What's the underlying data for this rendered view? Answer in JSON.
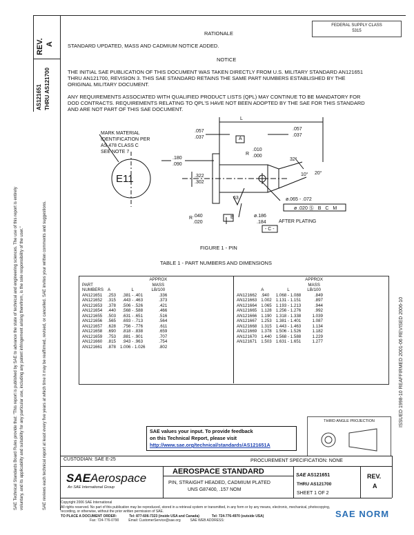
{
  "header": {
    "rev_label": "REV.",
    "rev_value": "A",
    "doc_number_line1": "AS121651",
    "doc_number_line2": "THRU AS121700",
    "federal_box_line1": "FEDERAL SUPPLY CLASS",
    "federal_box_line2": "5315"
  },
  "rationale": {
    "heading": "RATIONALE",
    "text": "STANDARD UPDATED, MASS AND CADMIUM NOTICE ADDED."
  },
  "notice": {
    "heading": "NOTICE",
    "paragraph1": "THE INITIAL SAE PUBLICATION OF THIS DOCUMENT WAS TAKEN DIRECTLY FROM U.S. MILITARY STANDARD AN121651 THRU AN121700, REVISION 3. THIS SAE STANDARD RETAINS THE SAME PART NUMBERS ESTABLISHED BY THE ORIGINAL MILITARY DOCUMENT.",
    "paragraph2": "ANY REQUIREMENTS ASSOCIATED WITH QUALIFIED PRODUCT LISTS (QPL) MAY CONTINUE TO BE MANDATORY FOR DOD CONTRACTS. REQUIREMENTS RELATING TO QPL'S HAVE NOT BEEN ADOPTED BY THE SAE FOR THIS STANDARD AND ARE NOT PART OF THIS SAE DOCUMENT."
  },
  "figure": {
    "mark_note": [
      "MARK MATERIAL",
      "IDENTIFICATION PER",
      "AS 478 CLASS C",
      "SEE NOTE 7"
    ],
    "id_mark": "E11",
    "dims": {
      "L": "L",
      "d057a": ".057",
      "d037a": ".037",
      "d057b": ".057",
      "d037b": ".037",
      "A": "A",
      "R": "R",
      "r010": ".010",
      "r000": ".000",
      "d180": ".180",
      "d090": ".090",
      "d322": ".322",
      "d302": ".302",
      "ang32": "32°",
      "ang10": "10°",
      "ang20": "20°",
      "ang63": "63",
      "hole": "ø.065 - .072",
      "tol": "ø .020 Ⓢ",
      "B": "B",
      "C": "C",
      "M": "M",
      "rad040": ".040",
      "rad020": ".020",
      "radR": "R",
      "d186": "ø.186",
      "d184": ".184",
      "after_plating": "AFTER PLATING",
      "datumC": "- C -",
      "datumB": "B"
    },
    "caption": "FIGURE 1 - PIN"
  },
  "table": {
    "title": "TABLE 1 - PART NUMBERS AND DIMENSIONS",
    "headers": {
      "part_numbers": [
        "PART",
        "NUMBERS"
      ],
      "a": "A",
      "l": "L",
      "mass": [
        "APPROX",
        "MASS",
        "LB/100"
      ]
    },
    "left_rows": [
      [
        "AN121651",
        ".253",
        ".381 - .401",
        ".336"
      ],
      [
        "AN121652",
        ".315",
        ".443 - .463",
        ".373"
      ],
      [
        "AN121653",
        ".378",
        ".506 - .526",
        ".421"
      ],
      [
        " ",
        " ",
        " ",
        " "
      ],
      [
        "AN121654",
        ".440",
        ".568 - .588",
        ".466"
      ],
      [
        "AN121655",
        ".503",
        ".631 - .651",
        ".516"
      ],
      [
        "AN121656",
        ".565",
        ".693 - .713",
        ".564"
      ],
      [
        " ",
        " ",
        " ",
        " "
      ],
      [
        "AN121657",
        ".628",
        ".756 - .776",
        ".611"
      ],
      [
        "AN121658",
        ".690",
        ".818 - .838",
        ".659"
      ],
      [
        "AN121659",
        ".753",
        ".881 - .901",
        ".707"
      ],
      [
        " ",
        " ",
        " ",
        " "
      ],
      [
        "AN121660",
        ".815",
        ".943 - .963",
        ".754"
      ],
      [
        "AN121661",
        ".878",
        "1.006 - 1.026",
        ".802"
      ]
    ],
    "right_rows": [
      [
        "AN121662",
        ".940",
        "1.068 - 1.088",
        ".849"
      ],
      [
        "AN121663",
        "1.002",
        "1.131 - 1.151",
        ".897"
      ],
      [
        "AN121664",
        "1.065",
        "1.193 - 1.213",
        ".944"
      ],
      [
        " ",
        " ",
        " ",
        " "
      ],
      [
        "AN121665",
        "1.128",
        "1.256 - 1.276",
        ".992"
      ],
      [
        "AN121666",
        "1.190",
        "1.318 - 1.338",
        "1.039"
      ],
      [
        "AN121667",
        "1.253",
        "1.381 - 1.401",
        "1.087"
      ],
      [
        " ",
        " ",
        " ",
        " "
      ],
      [
        "AN121668",
        "1.315",
        "1.443 - 1.463",
        "1.134"
      ],
      [
        "AN121669",
        "1.378",
        "1.506 - 1.526",
        "1.182"
      ],
      [
        "AN121670",
        "1.440",
        "1.568 - 1.588",
        "1.229"
      ],
      [
        " ",
        " ",
        " ",
        " "
      ],
      [
        "AN121671",
        "1.503",
        "1.631 - 1.651",
        "1.277"
      ]
    ]
  },
  "third_angle": "THIRD ANGLE PROJECTION",
  "feedback": {
    "line1": "SAE values your input. To provide feedback",
    "line2": "on this Technical Report, please visit",
    "link": "http://www.sae.org/technical/standards/AS121651A"
  },
  "footer": {
    "custodian": "CUSTODIAN: SAE E-25",
    "procurement": "PROCUREMENT SPECIFICATION: NONE",
    "logo_sae": "SAE",
    "logo_aerospace": "Aerospace",
    "logo_sub": "An SAE International Group",
    "standard_title": "AEROSPACE STANDARD",
    "part_desc1": "PIN, STRAIGHT HEADED, CADMIUM PLATED",
    "part_desc2": "UNS G87400, .157 NOM",
    "sae_small": "SAE",
    "num1": "AS121651",
    "num2": "THRU AS121700",
    "sheet": "SHEET 1 OF 2",
    "rev_label": "REV.",
    "rev_value": "A"
  },
  "bottom": {
    "copyright1": "Copyright 2006 SAE International",
    "copyright2": "All rights reserved. No part of this publication may be reproduced, stored in a retrieval system or transmitted, in any form or by any means, electronic, mechanical, photocopying,",
    "copyright3": "recording, or otherwise, without the prior written permission of SAE.",
    "order": "TO PLACE A DOCUMENT ORDER:",
    "tel1": "Tel: 877-606-7323 (inside USA and Canada)",
    "tel2": "Tel: 724-776-4970 (outside USA)",
    "fax": "Fax: 724-776-0790",
    "email": "Email: CustomerService@sae.org",
    "web": "SAE WEB ADDRESS:",
    "watermark": "SAE NORM"
  },
  "side": {
    "left_text1": "SAE Technical Standards Board Rules provide that: \"This report is published by SAE to advance the state of technical and engineering sciences. The use of this report is entirely",
    "left_text2": "voluntary, and its applicability and suitability for any particular use, including any patent infringement arising therefrom, is the sole responsibility of the user.\"",
    "left_text3": "SAE reviews each technical report at least every five years at which time it may be reaffirmed, revised, or cancelled. SAE invites your written comments and suggestions.",
    "right_text": "ISSUED 1998-10     REAFFIRMED 2001-06     REVISED 2006-10"
  }
}
